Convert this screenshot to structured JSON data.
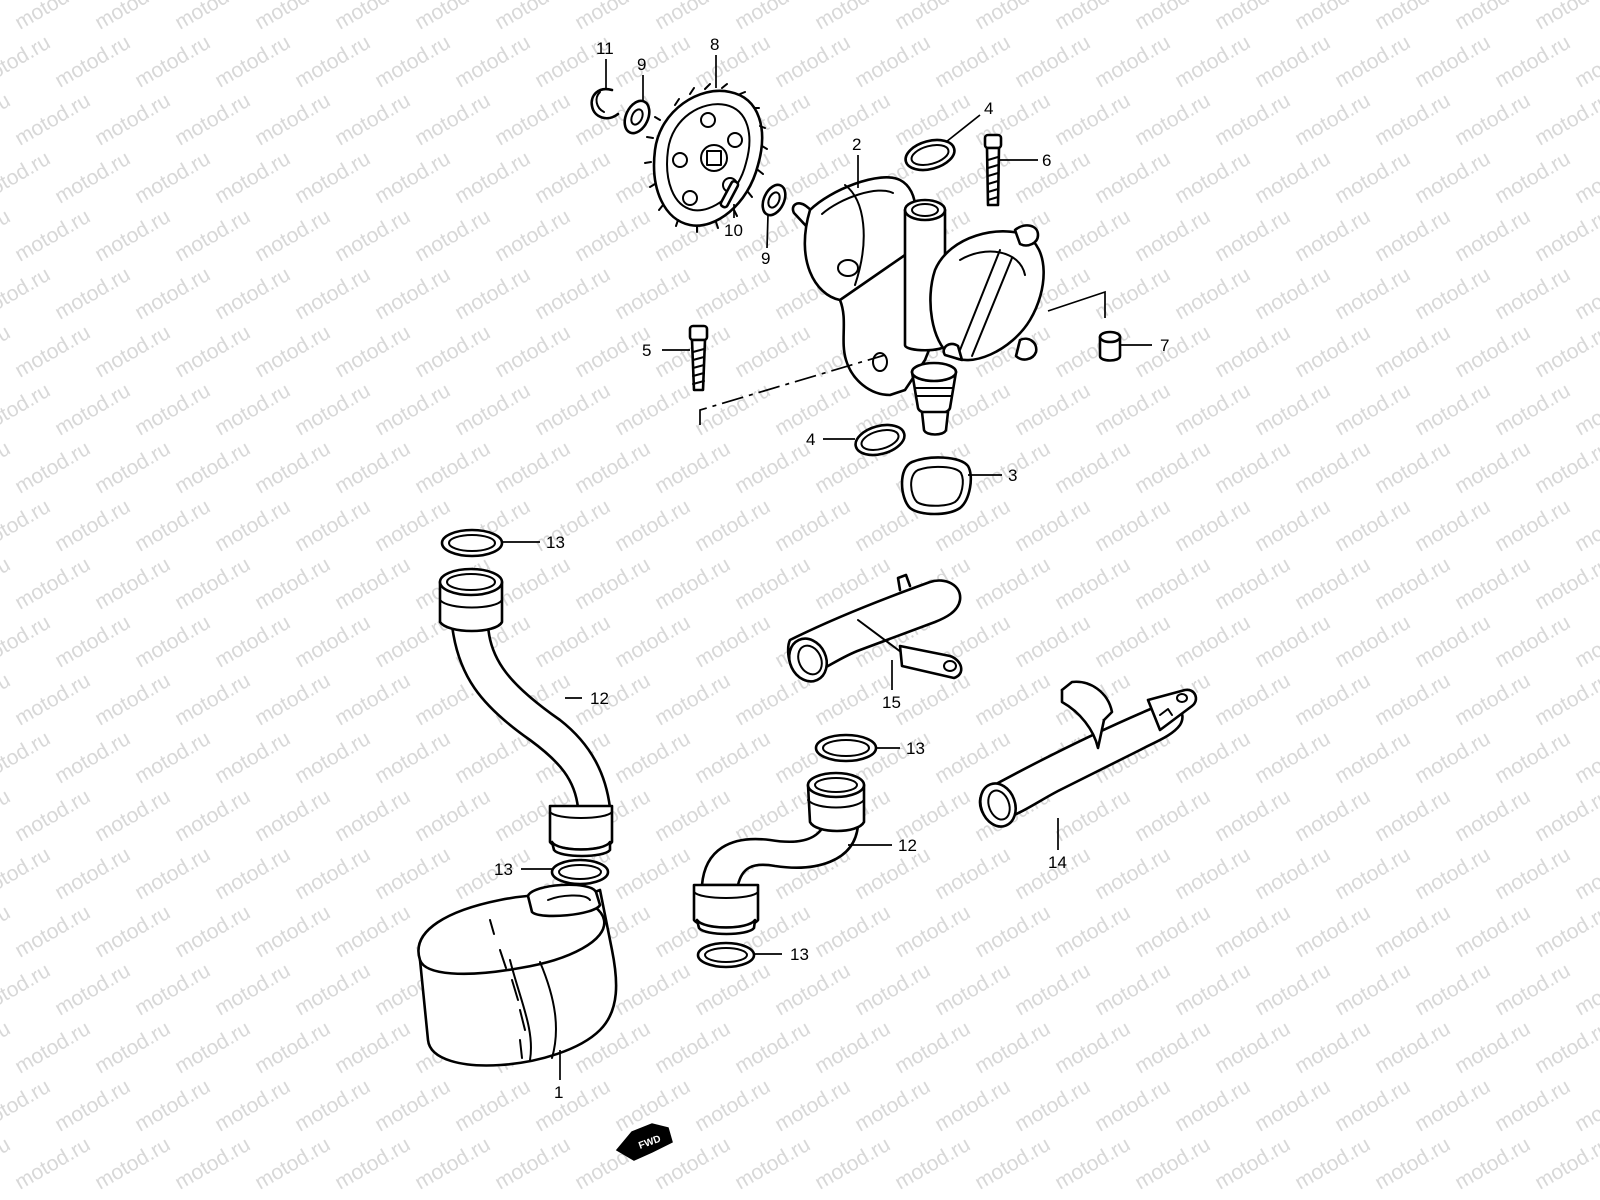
{
  "watermark": "motod.ru",
  "fwd_label": "FWD",
  "callouts": {
    "c1": "1",
    "c2": "2",
    "c3": "3",
    "c4a": "4",
    "c4b": "4",
    "c5": "5",
    "c6": "6",
    "c7": "7",
    "c8": "8",
    "c9a": "9",
    "c9b": "9",
    "c10": "10",
    "c11": "11",
    "c12a": "12",
    "c12b": "12",
    "c13a": "13",
    "c13b": "13",
    "c13c": "13",
    "c13d": "13",
    "c14": "14",
    "c15": "15"
  }
}
